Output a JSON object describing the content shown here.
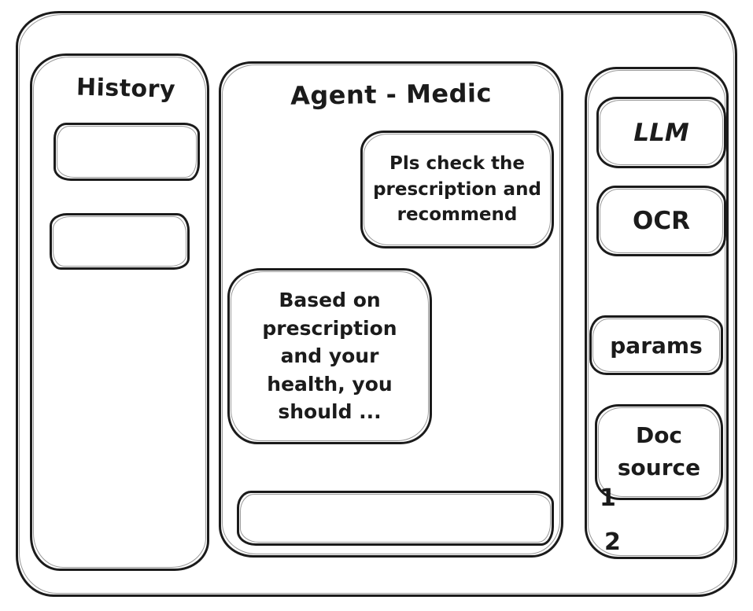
{
  "app": {
    "stroke_color": "#1b1b1b",
    "background_color": "#ffffff"
  },
  "history": {
    "title": "History",
    "items": [
      "",
      ""
    ]
  },
  "chat": {
    "title": "Agent - Medic",
    "user_message": "Pls check the prescription and recommend",
    "agent_message": "Based on prescription and your health, you should ...",
    "input_value": ""
  },
  "tools": {
    "llm_label": "LLM",
    "ocr_label": "OCR",
    "params_label": "params",
    "doc_source_label": "Doc source",
    "doc_items": [
      "1",
      "2"
    ]
  }
}
